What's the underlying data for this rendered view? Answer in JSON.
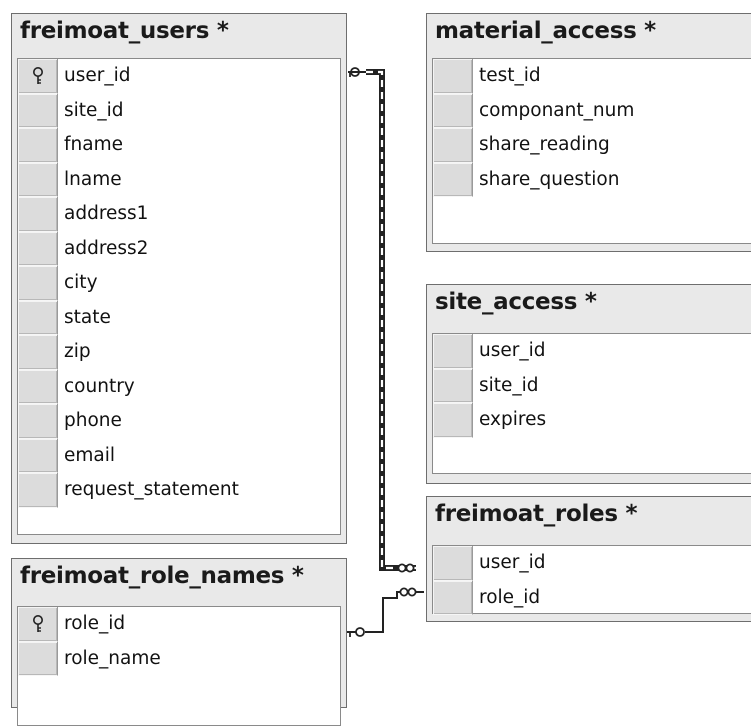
{
  "tables": {
    "freimoat_users": {
      "title": "freimoat_users *",
      "fields": [
        {
          "name": "user_id",
          "key": true
        },
        {
          "name": "site_id"
        },
        {
          "name": "fname"
        },
        {
          "name": "lname"
        },
        {
          "name": "address1"
        },
        {
          "name": "address2"
        },
        {
          "name": "city"
        },
        {
          "name": "state"
        },
        {
          "name": "zip"
        },
        {
          "name": "country"
        },
        {
          "name": "phone"
        },
        {
          "name": "email"
        },
        {
          "name": "request_statement"
        }
      ]
    },
    "freimoat_role_names": {
      "title": "freimoat_role_names *",
      "fields": [
        {
          "name": "role_id",
          "key": true
        },
        {
          "name": "role_name"
        }
      ]
    },
    "material_access": {
      "title": "material_access *",
      "fields": [
        {
          "name": "test_id"
        },
        {
          "name": "componant_num"
        },
        {
          "name": "share_reading"
        },
        {
          "name": "share_question"
        }
      ]
    },
    "site_access": {
      "title": "site_access *",
      "fields": [
        {
          "name": "user_id"
        },
        {
          "name": "site_id"
        },
        {
          "name": "expires"
        }
      ]
    },
    "freimoat_roles": {
      "title": "freimoat_roles *",
      "fields": [
        {
          "name": "user_id"
        },
        {
          "name": "role_id"
        }
      ]
    }
  },
  "relationships": [
    {
      "from": "freimoat_users",
      "to": "freimoat_roles",
      "from_end": "key",
      "to_end": "infinity"
    },
    {
      "from": "freimoat_role_names",
      "to": "freimoat_roles",
      "from_end": "key",
      "to_end": "infinity"
    }
  ]
}
